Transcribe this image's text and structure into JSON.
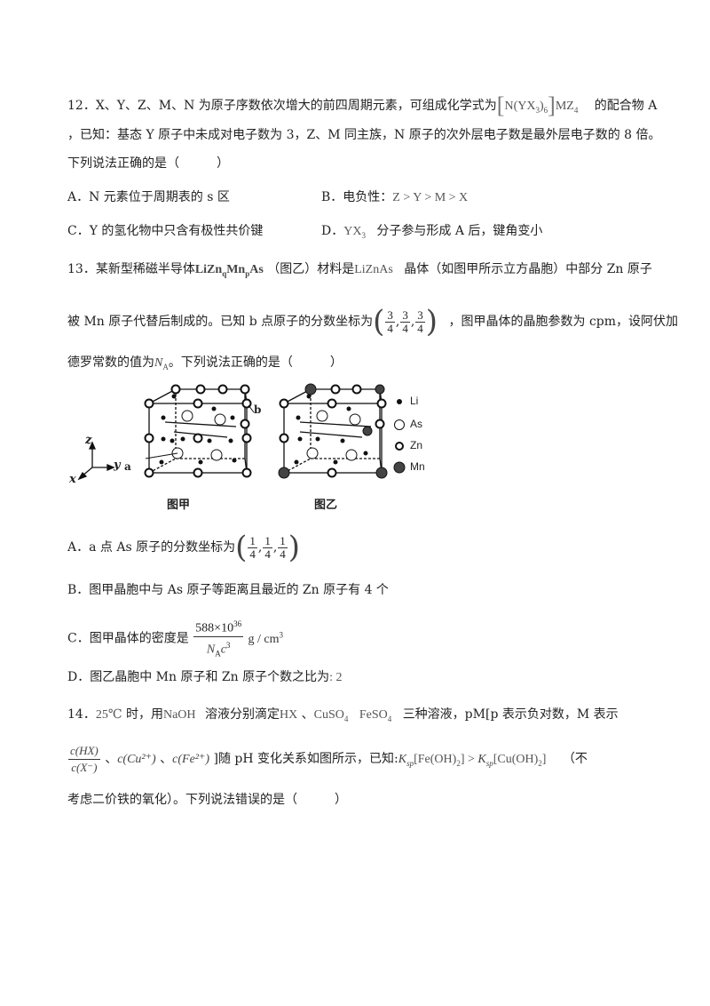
{
  "q12": {
    "line1_a": "12．X、Y、Z、M、N 为原子序数依次增大的前四周期元素，可组成化学式为",
    "formula_bracket_open": "[",
    "formula_core": "N(YX",
    "formula_sub3": "3",
    "formula_close": ")",
    "formula_sub6": "6",
    "formula_bracket_close": "]",
    "formula_mz": "MZ",
    "formula_sub4": "4",
    "line1_b": "的配合物 A",
    "line2": "，已知：基态 Y 原子中未成对电子数为 3，Z、M 同主族，N 原子的次外层电子数是最外层电子数的 8 倍。",
    "line3": "下列说法正确的是（　　　）",
    "optA": "A．N 元素位于周期表的 s 区",
    "optB_label": "B．电负性：",
    "optB_math": "Z > Y > M > X",
    "optC": "C．Y 的氢化物中只含有极性共价键",
    "optD_a": "D．",
    "optD_math": "YX",
    "optD_sub": "3",
    "optD_b": "分子参与形成 A 后，键角变小"
  },
  "q13": {
    "line1_a": "13．某新型稀磁半导体",
    "formula_main": "LiZn",
    "formula_q": "q",
    "formula_mn": "Mn",
    "formula_p": "p",
    "formula_as": "As",
    "line1_b": "（图乙）材料是",
    "formula2": "LiZnAs",
    "line1_c": "晶体（如图甲所示立方晶胞）中部分 Zn 原子",
    "line2_a": "被 Mn 原子代替后制成的。已知 b 点原子的分数坐标为",
    "coord_b": [
      "3",
      "4",
      "3",
      "4",
      "3",
      "4"
    ],
    "line2_b": "，图甲晶体的晶胞参数为 cpm，设阿伏加",
    "line3_a": "德罗常数的值为",
    "na": "N",
    "na_sub": "A",
    "line3_b": "。下列说法正确的是（　　　）",
    "optA_a": "A．a 点 As 原子的分数坐标为",
    "coord_a": [
      "1",
      "4",
      "1",
      "4",
      "1",
      "4"
    ],
    "optB": "B．图甲晶胞中与 As 原子等距离且最近的 Zn 原子有 4 个",
    "optC_a": "C．图甲晶体的密度是",
    "density_num": "588×10",
    "density_exp": "36",
    "density_den_n": "N",
    "density_den_sub": "A",
    "density_den_c": "c",
    "density_den_exp": "3",
    "density_unit": "g / cm",
    "density_unit_exp": "3",
    "optD_a": "D．图乙晶胞中 Mn 原子和 Zn 原子个数之比为",
    "optD_math": ": 2"
  },
  "figure": {
    "caption_left": "图甲",
    "caption_right": "图乙",
    "label_a": "a",
    "label_b": "b",
    "axis_z": "z",
    "axis_y": "y",
    "axis_x": "x",
    "legend": [
      "Li",
      "As",
      "Zn",
      "Mn"
    ]
  },
  "q14": {
    "line1_a": "14．",
    "temp": "25℃",
    "line1_b": "时，用",
    "naoh": "NaOH",
    "line1_c": "溶液分别滴定",
    "hx": "HX",
    "sep1": "、",
    "cuso4": "CuSO",
    "cuso4_sub": "4",
    "feso4": "FeSO",
    "feso4_sub": "4",
    "line1_d": "三种溶液，pM[p 表示负对数，M 表示",
    "frac_num": "c(HX)",
    "frac_den": "c(X⁻)",
    "sep2": "、",
    "c_cu": "c(Cu²⁺)",
    "sep3": "、",
    "c_fe": "c(Fe²⁺)",
    "line2_b": "]随 pH 变化关系如图所示，已知:",
    "ksp1": "K",
    "ksp_sub": "sp",
    "ksp1_arg": "[Fe(OH)",
    "ksp1_sub": "2",
    "ksp1_close": "]",
    "gt": " > ",
    "ksp2_arg": "[Cu(OH)",
    "ksp2_sub": "2",
    "ksp2_close": "]",
    "line2_c": "（不",
    "line3": "考虑二价铁的氧化）。下列说法错误的是（　　　）"
  }
}
